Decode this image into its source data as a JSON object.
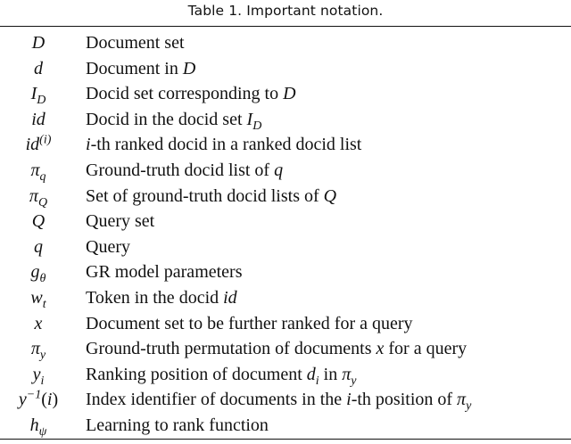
{
  "caption": "Table 1.  Important notation.",
  "rows": [
    {
      "symbol": "D",
      "description": "Document set"
    },
    {
      "symbol": "d",
      "description": "Document in D"
    },
    {
      "symbol": "I_D",
      "description": "Docid set corresponding to D"
    },
    {
      "symbol": "id",
      "description": "Docid in the docid set I_D"
    },
    {
      "symbol": "id^(i)",
      "description": "i-th ranked docid in a ranked docid list"
    },
    {
      "symbol": "π_q",
      "description": "Ground-truth docid list of q"
    },
    {
      "symbol": "π_Q",
      "description": "Set of ground-truth docid lists of Q"
    },
    {
      "symbol": "Q",
      "description": "Query set"
    },
    {
      "symbol": "q",
      "description": "Query"
    },
    {
      "symbol": "g_θ",
      "description": "GR model parameters"
    },
    {
      "symbol": "w_t",
      "description": "Token in the docid id"
    },
    {
      "symbol": "x",
      "description": "Document set to be further ranked for a query"
    },
    {
      "symbol": "π_y",
      "description": "Ground-truth permutation of documents x for a query"
    },
    {
      "symbol": "y_i",
      "description": "Ranking position of document d_i in π_y"
    },
    {
      "symbol": "y^{-1}(i)",
      "description": "Index identifier of documents in the i-th position of π_y"
    },
    {
      "symbol": "h_ψ",
      "description": "Learning to rank function"
    }
  ],
  "math": {
    "D": "D",
    "d": "d",
    "I": "I",
    "id": "id",
    "i": "i",
    "q": "q",
    "Q": "Q",
    "pi": "π",
    "g": "g",
    "theta": "θ",
    "w": "w",
    "t": "t",
    "x": "x",
    "y": "y",
    "psi": "ψ",
    "h": "h",
    "minus1": "−1",
    "paren_i": "(i)",
    "lparen": "(",
    "rparen": ")"
  },
  "desc_parts": {
    "r1": "Document in ",
    "r2": "Docid set corresponding to ",
    "r3": "Docid in the docid set ",
    "r4": "-th ranked docid in a ranked docid list",
    "r5": "Ground-truth docid list of ",
    "r6": "Set of ground-truth docid lists of ",
    "r10": "Token in the docid ",
    "r12a": "Ground-truth permutation of documents ",
    "r12b": " for a query",
    "r13a": "Ranking position of document ",
    "r13b": " in ",
    "r14a": "Index identifier of documents in the ",
    "r14b": "-th position of "
  }
}
